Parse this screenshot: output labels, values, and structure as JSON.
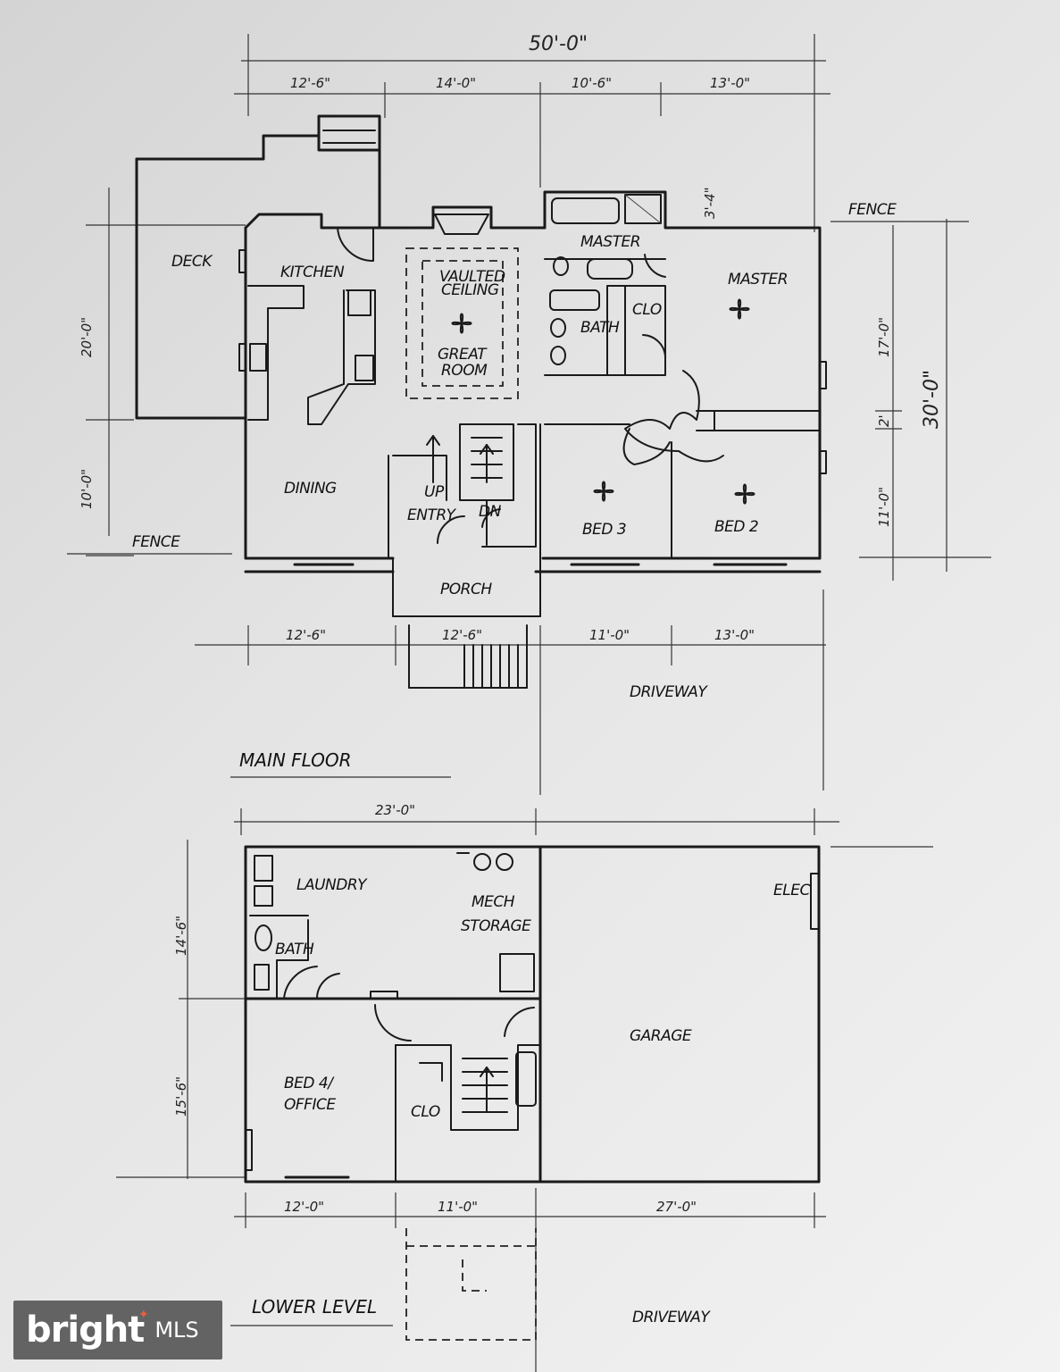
{
  "main_floor": {
    "title": "MAIN FLOOR",
    "overall_width": "50'-0\"",
    "top_dims": [
      "12'-6\"",
      "14'-0\"",
      "10'-6\"",
      "13'-0\""
    ],
    "bottom_dims": [
      "12'-6\"",
      "12'-6\"",
      "11'-0\"",
      "13'-0\""
    ],
    "left_dims": [
      "20'-0\"",
      "10'-0\""
    ],
    "right_dims": [
      "17'-0\"",
      "2'",
      "11'-0\""
    ],
    "right_overall": "30'-0\"",
    "bump_dim": "3'-4\"",
    "rooms": {
      "deck": "DECK",
      "kitchen": "KITCHEN",
      "vaulted_1": "VAULTED",
      "vaulted_2": "CEILING",
      "great_1": "GREAT",
      "great_2": "ROOM",
      "master_bath_1": "MASTER",
      "master_bath_2": "BATH",
      "clo": "CLO",
      "master": "MASTER",
      "dining": "DINING",
      "up": "UP",
      "entry": "ENTRY",
      "dn": "DN",
      "bed3": "BED 3",
      "bed2": "BED 2",
      "porch": "PORCH",
      "driveway": "DRIVEWAY"
    },
    "fence_left": "FENCE",
    "fence_right": "FENCE"
  },
  "lower_level": {
    "title": "LOWER LEVEL",
    "overall_width": "23'-0\"",
    "left_dims": [
      "14'-6\"",
      "15'-6\""
    ],
    "bottom_dims": [
      "12'-0\"",
      "11'-0\"",
      "27'-0\""
    ],
    "rooms": {
      "laundry": "LAUNDRY",
      "bath": "BATH",
      "mech_1": "MECH",
      "mech_2": "STORAGE",
      "elec": "ELEC",
      "garage": "GARAGE",
      "bed4_1": "BED 4/",
      "bed4_2": "OFFICE",
      "clo": "CLO",
      "driveway": "DRIVEWAY"
    }
  },
  "watermark": {
    "brand": "bright",
    "suffix": "MLS",
    "accent": "#e8613c"
  }
}
